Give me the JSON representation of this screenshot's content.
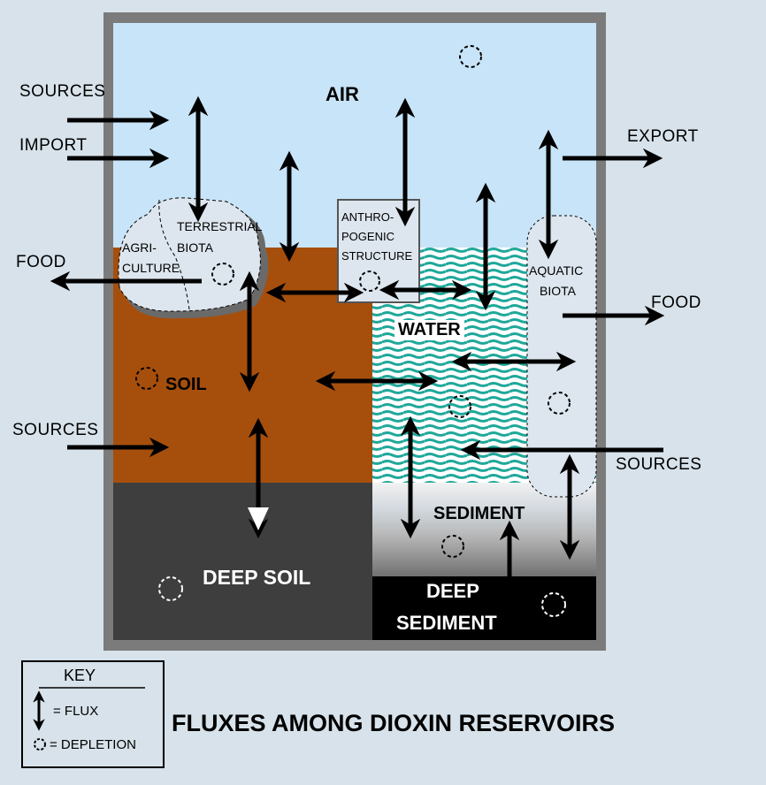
{
  "diagram": {
    "title": "FLUXES AMONG DIOXIN RESERVOIRS",
    "reservoirs": {
      "air": "AIR",
      "soil": "SOIL",
      "deep_soil": "DEEP SOIL",
      "water": "WATER",
      "sediment": "SEDIMENT",
      "deep_sediment_line1": "DEEP",
      "deep_sediment_line2": "SEDIMENT",
      "agriculture_line1": "AGRI-",
      "agriculture_line2": "CULTURE",
      "terrestrial_line1": "TERRESTRIAL",
      "terrestrial_line2": "BIOTA",
      "anthro_line1": "ANTHRO-",
      "anthro_line2": "POGENIC",
      "anthro_line3": "STRUCTURE",
      "aquatic_line1": "AQUATIC",
      "aquatic_line2": "BIOTA"
    },
    "external_labels": {
      "sources_air": "SOURCES",
      "import": "IMPORT",
      "export": "EXPORT",
      "food_left": "FOOD",
      "food_right": "FOOD",
      "sources_soil": "SOURCES",
      "sources_water": "SOURCES"
    },
    "key": {
      "title": "KEY",
      "flux": "= FLUX",
      "depletion": "= DEPLETION"
    },
    "colors": {
      "background": "#d7e2ea",
      "frame": "#7b7b7b",
      "air": "#c8e4f8",
      "soil": "#a64f0d",
      "deep_soil": "#3e3e3e",
      "water": "#1fa89a",
      "deep_sediment": "#000000",
      "biota": "#dde6ee"
    }
  }
}
